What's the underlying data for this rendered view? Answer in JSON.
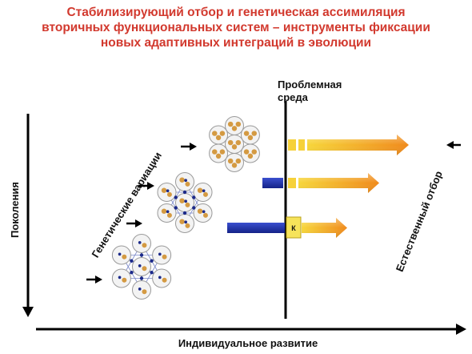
{
  "title": {
    "line1": "Стабилизирующий отбор и генетическая ассимиляция",
    "line2": "вторичных функциональных систем – инструменты фиксации",
    "line3": "новых адаптивных интеграций в эволюции"
  },
  "labels": {
    "y_axis": "Поколения",
    "x_axis": "Индивидуальное развитие",
    "genetic_variations": "Генетические вариации",
    "problem_env_line1": "Проблемная",
    "problem_env_line2": "среда",
    "natural_selection": "Естественный отбор",
    "box_k": "К"
  },
  "colors": {
    "title": "#d2392e",
    "arrow_orange_start": "#f7d63a",
    "arrow_orange_end": "#f08a1c",
    "blue_bar": "#1c2fa0",
    "circle_fill": "#d49a42",
    "node_fill": "#1c2a8a",
    "k_box": "#f6e35a"
  }
}
